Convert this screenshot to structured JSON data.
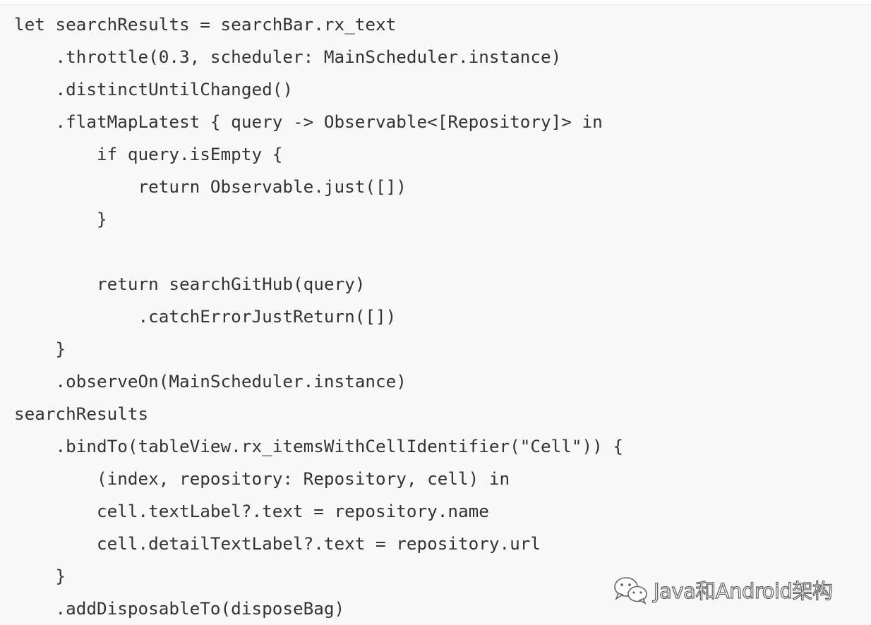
{
  "code_lines": [
    "let searchResults = searchBar.rx_text",
    "    .throttle(0.3, scheduler: MainScheduler.instance)",
    "    .distinctUntilChanged()",
    "    .flatMapLatest { query -> Observable<[Repository]> in",
    "        if query.isEmpty {",
    "            return Observable.just([])",
    "        }",
    "",
    "        return searchGitHub(query)",
    "            .catchErrorJustReturn([])",
    "    }",
    "    .observeOn(MainScheduler.instance)",
    "searchResults",
    "    .bindTo(tableView.rx_itemsWithCellIdentifier(\"Cell\")) {",
    "        (index, repository: Repository, cell) in",
    "        cell.textLabel?.text = repository.name",
    "        cell.detailTextLabel?.text = repository.url",
    "    }",
    "    .addDisposableTo(disposeBag)"
  ],
  "watermark": {
    "icon": "wechat-icon",
    "text": "Java和Android架构"
  },
  "colors": {
    "panel_background": "#f8f8f8",
    "code_text": "#333333",
    "watermark_outline": "#5f5f5f"
  }
}
